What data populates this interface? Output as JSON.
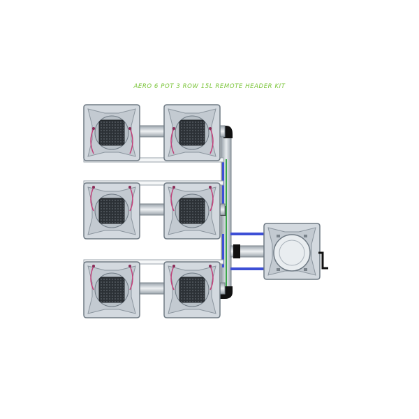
{
  "title": "AERO 6 POT 3 ROW 15L REMOTE HEADER KIT",
  "colors": {
    "title": "#7bc53a",
    "pot_body": "#d3d9df",
    "pot_outline": "#6f7a84",
    "net_pot": "#2e3338",
    "pink_hose": "#c2407a",
    "blue_pipe": "#3d4fd6",
    "green_pipe": "#3aa64a",
    "grey_pipe": "#b9c0c6"
  },
  "pots": [
    {
      "name": "pot-row1-left"
    },
    {
      "name": "pot-row1-right"
    },
    {
      "name": "pot-row2-left"
    },
    {
      "name": "pot-row2-right"
    },
    {
      "name": "pot-row3-left"
    },
    {
      "name": "pot-row3-right"
    }
  ],
  "header_tank": {
    "name": "remote-header-tank"
  }
}
